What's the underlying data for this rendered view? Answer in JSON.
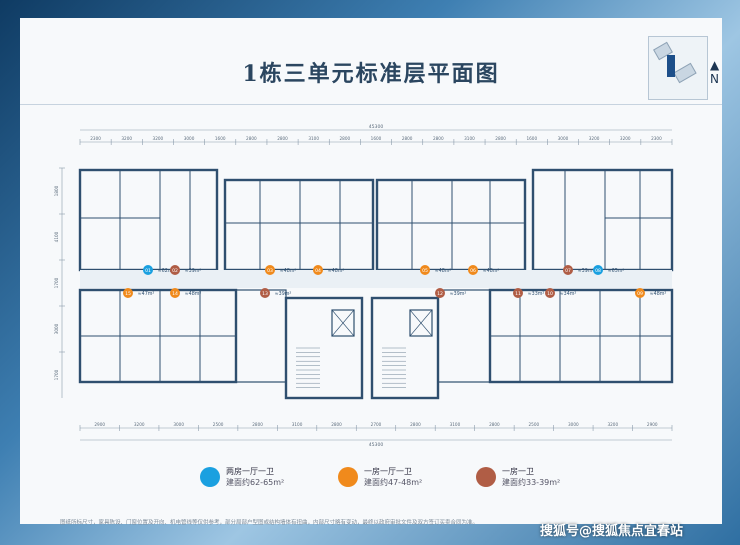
{
  "title": "1栋三单元标准层平面图",
  "compass": "N",
  "dimensions": {
    "overall_width": "45300",
    "top_row": [
      "2300",
      "3200",
      "3200",
      "3000",
      "1600",
      "2800",
      "2800",
      "3100",
      "2800",
      "1600",
      "2800",
      "2800",
      "3100",
      "2800",
      "1600",
      "3000",
      "3200",
      "3200",
      "2300"
    ],
    "bottom_row": [
      "2900",
      "3200",
      "3000",
      "2500",
      "2800",
      "3100",
      "2800",
      "2700",
      "2800",
      "3100",
      "2800",
      "2500",
      "3000",
      "3200",
      "2900"
    ],
    "left_side": [
      "1800",
      "4100",
      "1700",
      "3000",
      "1700"
    ]
  },
  "units": [
    {
      "num": "01",
      "area": "≈62m²",
      "type": "blue"
    },
    {
      "num": "02",
      "area": "≈39m²",
      "type": "brown"
    },
    {
      "num": "03",
      "area": "≈48m²",
      "type": "orange"
    },
    {
      "num": "04",
      "area": "≈48m²",
      "type": "orange"
    },
    {
      "num": "05",
      "area": "≈48m²",
      "type": "orange"
    },
    {
      "num": "06",
      "area": "≈48m²",
      "type": "orange"
    },
    {
      "num": "07",
      "area": "≈39m²",
      "type": "brown"
    },
    {
      "num": "08",
      "area": "≈65m²",
      "type": "blue"
    },
    {
      "num": "09",
      "area": "≈48m²",
      "type": "orange"
    },
    {
      "num": "10",
      "area": "≈34m²",
      "type": "brown"
    },
    {
      "num": "11",
      "area": "≈33m²",
      "type": "brown"
    },
    {
      "num": "12",
      "area": "≈39m²",
      "type": "brown"
    },
    {
      "num": "13",
      "area": "≈39m²",
      "type": "brown"
    },
    {
      "num": "14",
      "area": "≈48m²",
      "type": "orange"
    },
    {
      "num": "15",
      "area": "≈47m²",
      "type": "orange"
    }
  ],
  "legend": [
    {
      "label": "两房一厅一卫",
      "sub": "建面约62-65m²",
      "color": "#1aa0e0"
    },
    {
      "label": "一房一厅一卫",
      "sub": "建面约47-48m²",
      "color": "#f08a1c"
    },
    {
      "label": "一房一卫",
      "sub": "建面约33-39m²",
      "color": "#b05d45"
    }
  ],
  "colors": {
    "wall": "#2f4f6f",
    "blue": "#1aa0e0",
    "orange": "#f08a1c",
    "brown": "#b05d45"
  },
  "disclaimer": "图纸所标尺寸，家具陈设、门窗位置及开向、机电管线等仅供参考，部分局部户型图或结构墙体有扭曲，内部尺寸略有变动，最终以政府审批文件及双方签订买卖合同为准。",
  "watermark": "搜狐号@搜狐焦点宜春站"
}
